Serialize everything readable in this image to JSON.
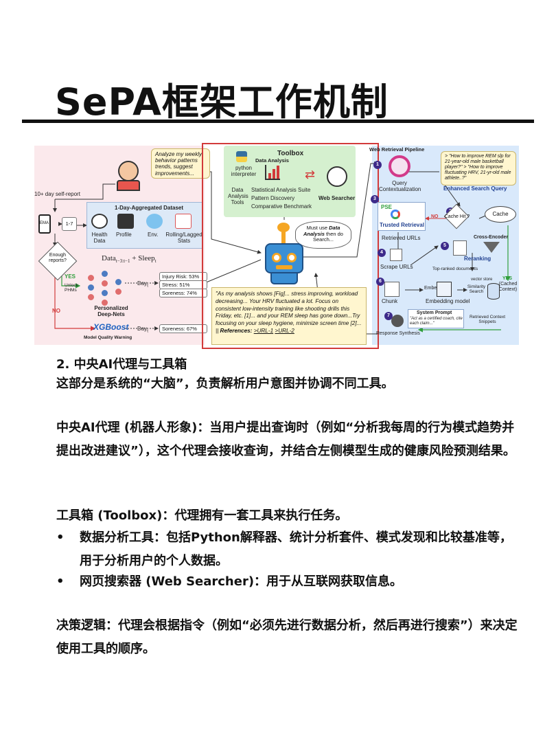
{
  "page": {
    "title": "SePA框架工作机制"
  },
  "figure": {
    "left": {
      "self_report": "10+ day self-report",
      "bubble": "Analyze my weekly behavior patterns trends, suggest improvements...",
      "ema": "EMA",
      "scale": "1-7",
      "dataset_title": "1-Day-Aggregated Dataset",
      "items": [
        "Health Data",
        "Profile",
        "Env.",
        "Rolling/Lagged Stats"
      ],
      "enough": "Enough reports?",
      "yes": "YES",
      "no": "NO",
      "formula": "Data",
      "formula_sub": "t−3:t−1",
      "formula_tail": " + Sleep",
      "formula_tail_sub": "t",
      "unlock": "Unlock PHMs",
      "nets_label": "Personalized Deep-Nets",
      "day": "Day",
      "day_sub": "t",
      "risks": [
        "Injury Risk: 53%",
        "Stress: 51%",
        "Soreness: 74%"
      ],
      "xgboost": "XGBoost",
      "xgb_soreness": "Soreness: 67%",
      "warning": "Model Quality Warning"
    },
    "middle": {
      "toolbox_title": "Toolbox",
      "python": "python interpreter",
      "data_analysis_tools": "Data Analysis Tools",
      "data_analysis_tag": "Data Analysis",
      "analysis_list": [
        "Statistical Analysis Suite",
        "Pattern Discovery",
        "Comparative Benchmark"
      ],
      "web_searcher": "Web Searcher",
      "speech_pre": "Must use ",
      "speech_bold": "Data Analysis",
      "speech_post": " then do Search...",
      "response_text": "\"As my analysis shows [Fig]... stress improving, workload decreasing... Your HRV fluctuated a lot. Focus on consistent low-intensity training like shooting drills this Friday, etc. [1]... and your REM sleep has gone down...Try focusing on your sleep hygiene, minimize screen time [2]... || ",
      "references_label": "References:",
      "ref1": ">URL-1",
      "ref2": ">URL-2"
    },
    "right": {
      "pipeline_title": "Web Retrieval Pipeline",
      "queries": "> \"How to improve REM slp for 21-year-old male basketball player?\" > \"How to improve fluctuating HRV, 21-yr-old male athlete..?\"",
      "query_ctx": "Query Contextualization",
      "enhanced": "Enhanced Search Query",
      "cache": "Cache",
      "cache_hit": "Cache Hit ?",
      "no_label": "NO",
      "yes_label": "YES",
      "pse": "PSE",
      "trusted": "Trusted Retrieval",
      "retrieved_urls": "Retrieved URLs",
      "scrape": "Scrape URLs",
      "cross_encoder": "Cross-Encoder",
      "reranking": "Reranking",
      "top_ranked": "Top-ranked documents",
      "chunk": "Chunk",
      "embed": "Embed",
      "embedding_model": "Embedding model",
      "similarity": "Similarity Search",
      "vector_store": "vector store",
      "cached_context": "(Cached Context)",
      "system_prompt": "System Prompt",
      "sp_text": "\"Act as a certified coach, cite each claim...\"",
      "snippets": "Retrieved Context Snippets",
      "synthesis": "Response Synthesis",
      "steps": [
        "1",
        "2",
        "3",
        "4",
        "5",
        "6",
        "7"
      ]
    }
  },
  "content": {
    "section_heading": "2. 中央AI代理与工具箱",
    "intro": "这部分是系统的“大脑”，负责解析用户意图并协调不同工具。",
    "agent_para": "中央AI代理 (机器人形象)：当用户提出查询时（例如“分析我每周的行为模式趋势并提出改进建议”），这个代理会接收查询，并结合左侧模型生成的健康风险预测结果。",
    "toolbox_intro": "工具箱 (Toolbox)：代理拥有一套工具来执行任务。",
    "bullet_marker": "•",
    "bullets": [
      "数据分析工具：包括Python解释器、统计分析套件、模式发现和比较基准等，用于分析用户的个人数据。",
      "网页搜索器 (Web Searcher)：用于从互联网获取信息。"
    ],
    "decision": "决策逻辑：代理会根据指令（例如“必须先进行数据分析，然后再进行搜索”）来决定使用工具的顺序。"
  },
  "colors": {
    "frame_red": "#d23a3a",
    "left_panel": "#fbe9ec",
    "right_panel": "#d9e9fb",
    "toolbox_green": "#d5f0cf",
    "response_yellow": "#fff6cf",
    "robot_blue": "#3b8fd4",
    "accent_purple": "#3d2a8a"
  }
}
